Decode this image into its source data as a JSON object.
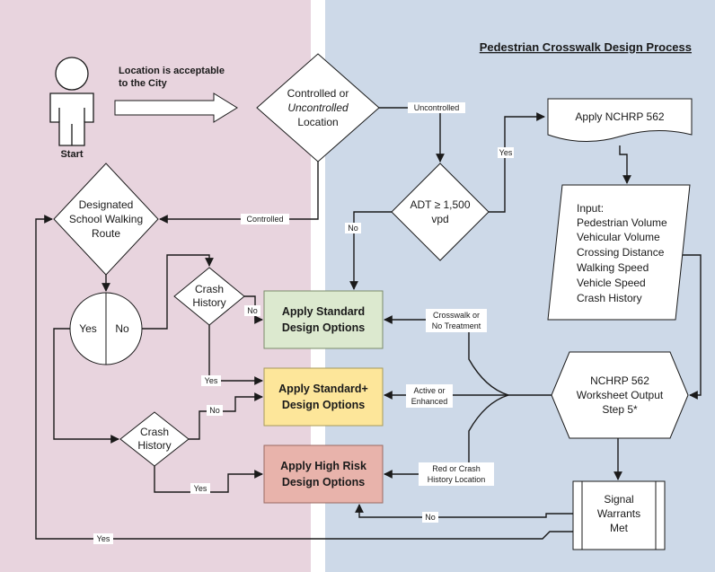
{
  "colors": {
    "left_panel": "#e8d4de",
    "right_panel": "#cdd9e8",
    "standard": "#dce9cf",
    "standard_plus": "#fde69a",
    "high_risk": "#e8b3ab",
    "start_label": "#8b1a1a",
    "line": "#1a1a1a"
  },
  "title": "Pedestrian Crosswalk Design Process",
  "start": {
    "label": "Start"
  },
  "arrow_note": {
    "line1": "Location is acceptable",
    "line2": "to the City"
  },
  "controlled_decision": {
    "line1": "Controlled or",
    "line2": "Uncontrolled",
    "line3": "Location"
  },
  "school_route": {
    "line1": "Designated",
    "line2": "School Walking",
    "line3": "Route"
  },
  "adt_decision": {
    "line1": "ADT ≥ 1,500",
    "line2": "vpd"
  },
  "nchrp_apply": "Apply NCHRP 562",
  "input_box": {
    "heading": "Input:",
    "items": [
      "Pedestrian Volume",
      "Vehicular Volume",
      "Crossing Distance",
      "Walking Speed",
      "Vehicle Speed",
      "Crash History"
    ]
  },
  "yes_no_circle": {
    "yes": "Yes",
    "no": "No"
  },
  "crash_history_1": {
    "line1": "Crash",
    "line2": "History"
  },
  "crash_history_2": {
    "line1": "Crash",
    "line2": "History"
  },
  "standard_box": {
    "line1": "Apply Standard",
    "line2": "Design Options"
  },
  "standard_plus_box": {
    "line1": "Apply Standard+",
    "line2": "Design Options"
  },
  "high_risk_box": {
    "line1": "Apply High Risk",
    "line2": "Design Options"
  },
  "worksheet": {
    "line1": "NCHRP 562",
    "line2": "Worksheet Output",
    "line3": "Step 5*"
  },
  "signal": {
    "line1": "Signal",
    "line2": "Warrants",
    "line3": "Met"
  },
  "edge_labels": {
    "uncontrolled": "Uncontrolled",
    "controlled": "Controlled",
    "yes_adt": "Yes",
    "no_adt": "No",
    "no_crash1": "No",
    "yes_crash1": "Yes",
    "no_crash2": "No",
    "yes_crash2": "Yes",
    "crosswalk_1": "Crosswalk or",
    "crosswalk_2": "No Treatment",
    "active_1": "Active or",
    "active_2": "Enhanced",
    "red_1": "Red or Crash",
    "red_2": "History Location",
    "no_signal": "No",
    "yes_signal": "Yes"
  }
}
